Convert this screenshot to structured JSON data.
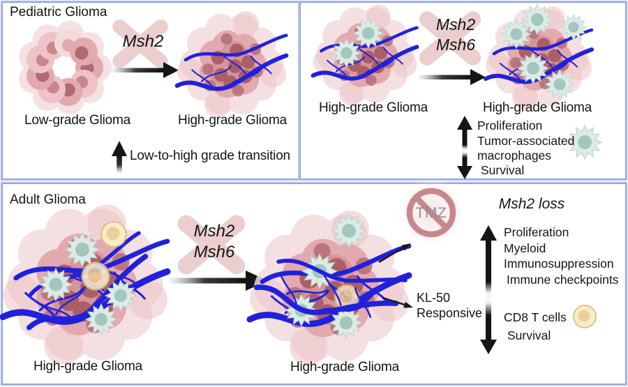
{
  "pediatric_panel": {
    "title": "Pediatric Glioma",
    "gene_lost": "Msh2",
    "left_tumor_label": "Low-grade Glioma",
    "right_tumor_label": "High-grade Glioma",
    "transition_note": "Low-to-high grade transition"
  },
  "pediatric_hgg_panel": {
    "genes_lost": [
      "Msh2",
      "Msh6"
    ],
    "left_tumor_label": "High-grade Glioma",
    "right_tumor_label": "High-grade Glioma",
    "increased": [
      "Proliferation",
      "Tumor-associated macrophages"
    ],
    "decreased": [
      "Survival"
    ]
  },
  "adult_panel": {
    "title": "Adult Glioma",
    "genes_lost": [
      "Msh2",
      "Msh6"
    ],
    "left_tumor_label": "High-grade Glioma",
    "right_tumor_label": "High-grade Glioma",
    "tmz_label": "TMZ",
    "kl50_label": "KL-50 Responsive",
    "msh2_loss_heading": "Msh2 loss",
    "increased": [
      "Proliferation",
      "Myeloid",
      "Immunosuppression",
      "Immune checkpoints"
    ],
    "decreased": [
      "CD8 T cells",
      "Survival"
    ]
  },
  "colors": {
    "panel_border": "#94a4da",
    "panel_border_light": "#cdd6f1",
    "vessel_blue": "#2121dc",
    "tumor_cell_pink": "#e2a9ae",
    "tumor_nucleus": "#a65a62",
    "macrophage_body": "#dcebe6",
    "macrophage_nucleus": "#a3c6be",
    "t_cell_body": "#f9edc8",
    "t_cell_nucleus": "#ecce9a",
    "gene_cross_pink": "#eacaca",
    "prohibition_ring": "#c8878d",
    "tmz_text_gray": "#8f9093",
    "arrow_black": "#161616"
  }
}
